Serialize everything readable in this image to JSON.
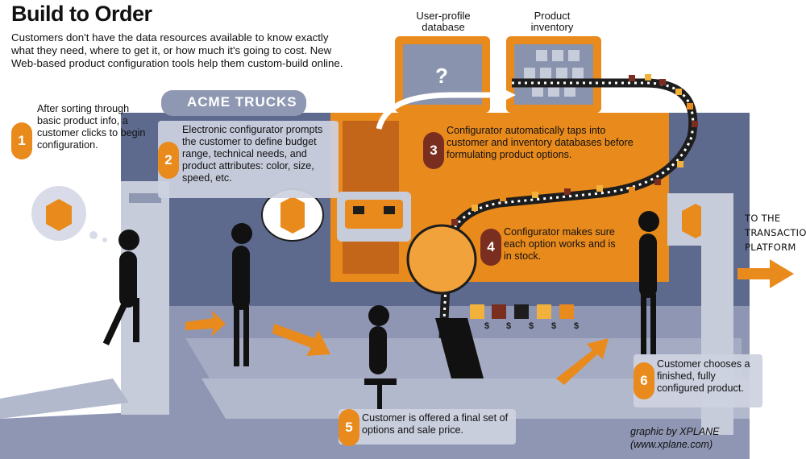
{
  "title": "Build to Order",
  "intro": "Customers don't have the data resources available to know exactly what they need, where to get it, or how much it's going to cost. New Web-based product configuration tools help them custom-build online.",
  "truck_sign": "ACME TRUCKS",
  "databases": [
    {
      "label": "User-profile database"
    },
    {
      "label": "Product inventory"
    }
  ],
  "steps": [
    {
      "number": "1",
      "text": "After sorting through basic product info, a customer clicks to begin configuration."
    },
    {
      "number": "2",
      "text": "Electronic configurator prompts the customer to define budget range, technical needs, and product attributes: color, size, speed, etc."
    },
    {
      "number": "3",
      "text": "Configurator automatically taps into customer and inventory databases before formulating product options."
    },
    {
      "number": "4",
      "text": "Configurator makes sure each option works and is in stock."
    },
    {
      "number": "5",
      "text": "Customer is offered a final set of options and sale price."
    },
    {
      "number": "6",
      "text": "Customer chooses a finished, fully configured product."
    }
  ],
  "destination": "TO THE TRANSACTION PLATFORM",
  "price_symbol": "$",
  "credit": "graphic by XPLANE (www.xplane.com)",
  "colors": {
    "orange": "#e98a1c",
    "brown": "#7a2e1f",
    "slate": "#5d6a8e",
    "panel": "#cdd2e0",
    "floor": "#9aa1bb"
  }
}
